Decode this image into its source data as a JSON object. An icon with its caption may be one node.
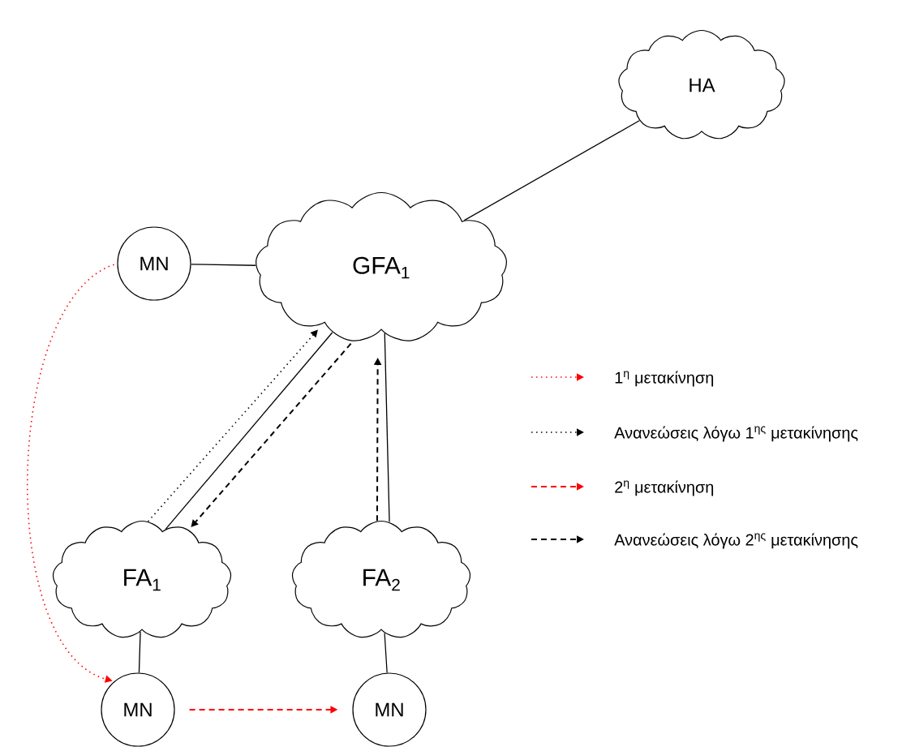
{
  "diagram": {
    "nodes": [
      {
        "text": [
          "HA"
        ]
      },
      {
        "text": [
          "GFA$_{1}$"
        ]
      },
      {
        "text": [
          "MN"
        ]
      },
      {
        "text": [
          "FA$_{1}$"
        ]
      },
      {
        "text": [
          "FA$_{2}$"
        ]
      },
      {
        "text": [
          "MN"
        ]
      },
      {
        "text": [
          "MN"
        ]
      }
    ],
    "edges": [
      {
        "from": 0,
        "to": 1,
        "arrow": "none"
      },
      {
        "from": 2,
        "to": 1,
        "arrow": "none"
      },
      {
        "from": 1,
        "to": 3,
        "arrow": "none"
      },
      {
        "from": 1,
        "to": 4,
        "arrow": "none"
      },
      {
        "from": 3,
        "to": 5,
        "arrow": "none"
      },
      {
        "from": 4,
        "to": 6,
        "arrow": "none"
      },
      {
        "from": 2,
        "to": 5,
        "arrow": "to",
        "style": "dashed",
        "color": "#ff0000"
      },
      {
        "from": 3,
        "to": 1,
        "arrow": "to",
        "style": "dashed"
      },
      {
        "from": 1,
        "to": 3,
        "arrow": "to",
        "style": "dashed"
      },
      {
        "from": 4,
        "to": 1,
        "arrow": "to",
        "style": "dashed"
      },
      {
        "from": 5,
        "to": 6,
        "arrow": "to",
        "style": "dashed",
        "color": "#ff0000"
      }
    ],
    "legend": [
      {
        "text": "1$^{η}$ μετακίνηση"
      },
      {
        "text": "Ανανεώσεις λόγω 1$^{ης}$ μετακίνησης"
      },
      {
        "text": "2$^{η}$ μετακίνηση"
      },
      {
        "text": "Ανανεώσεις λόγω 2$^{ης}$ μετακίνησης"
      }
    ]
  }
}
